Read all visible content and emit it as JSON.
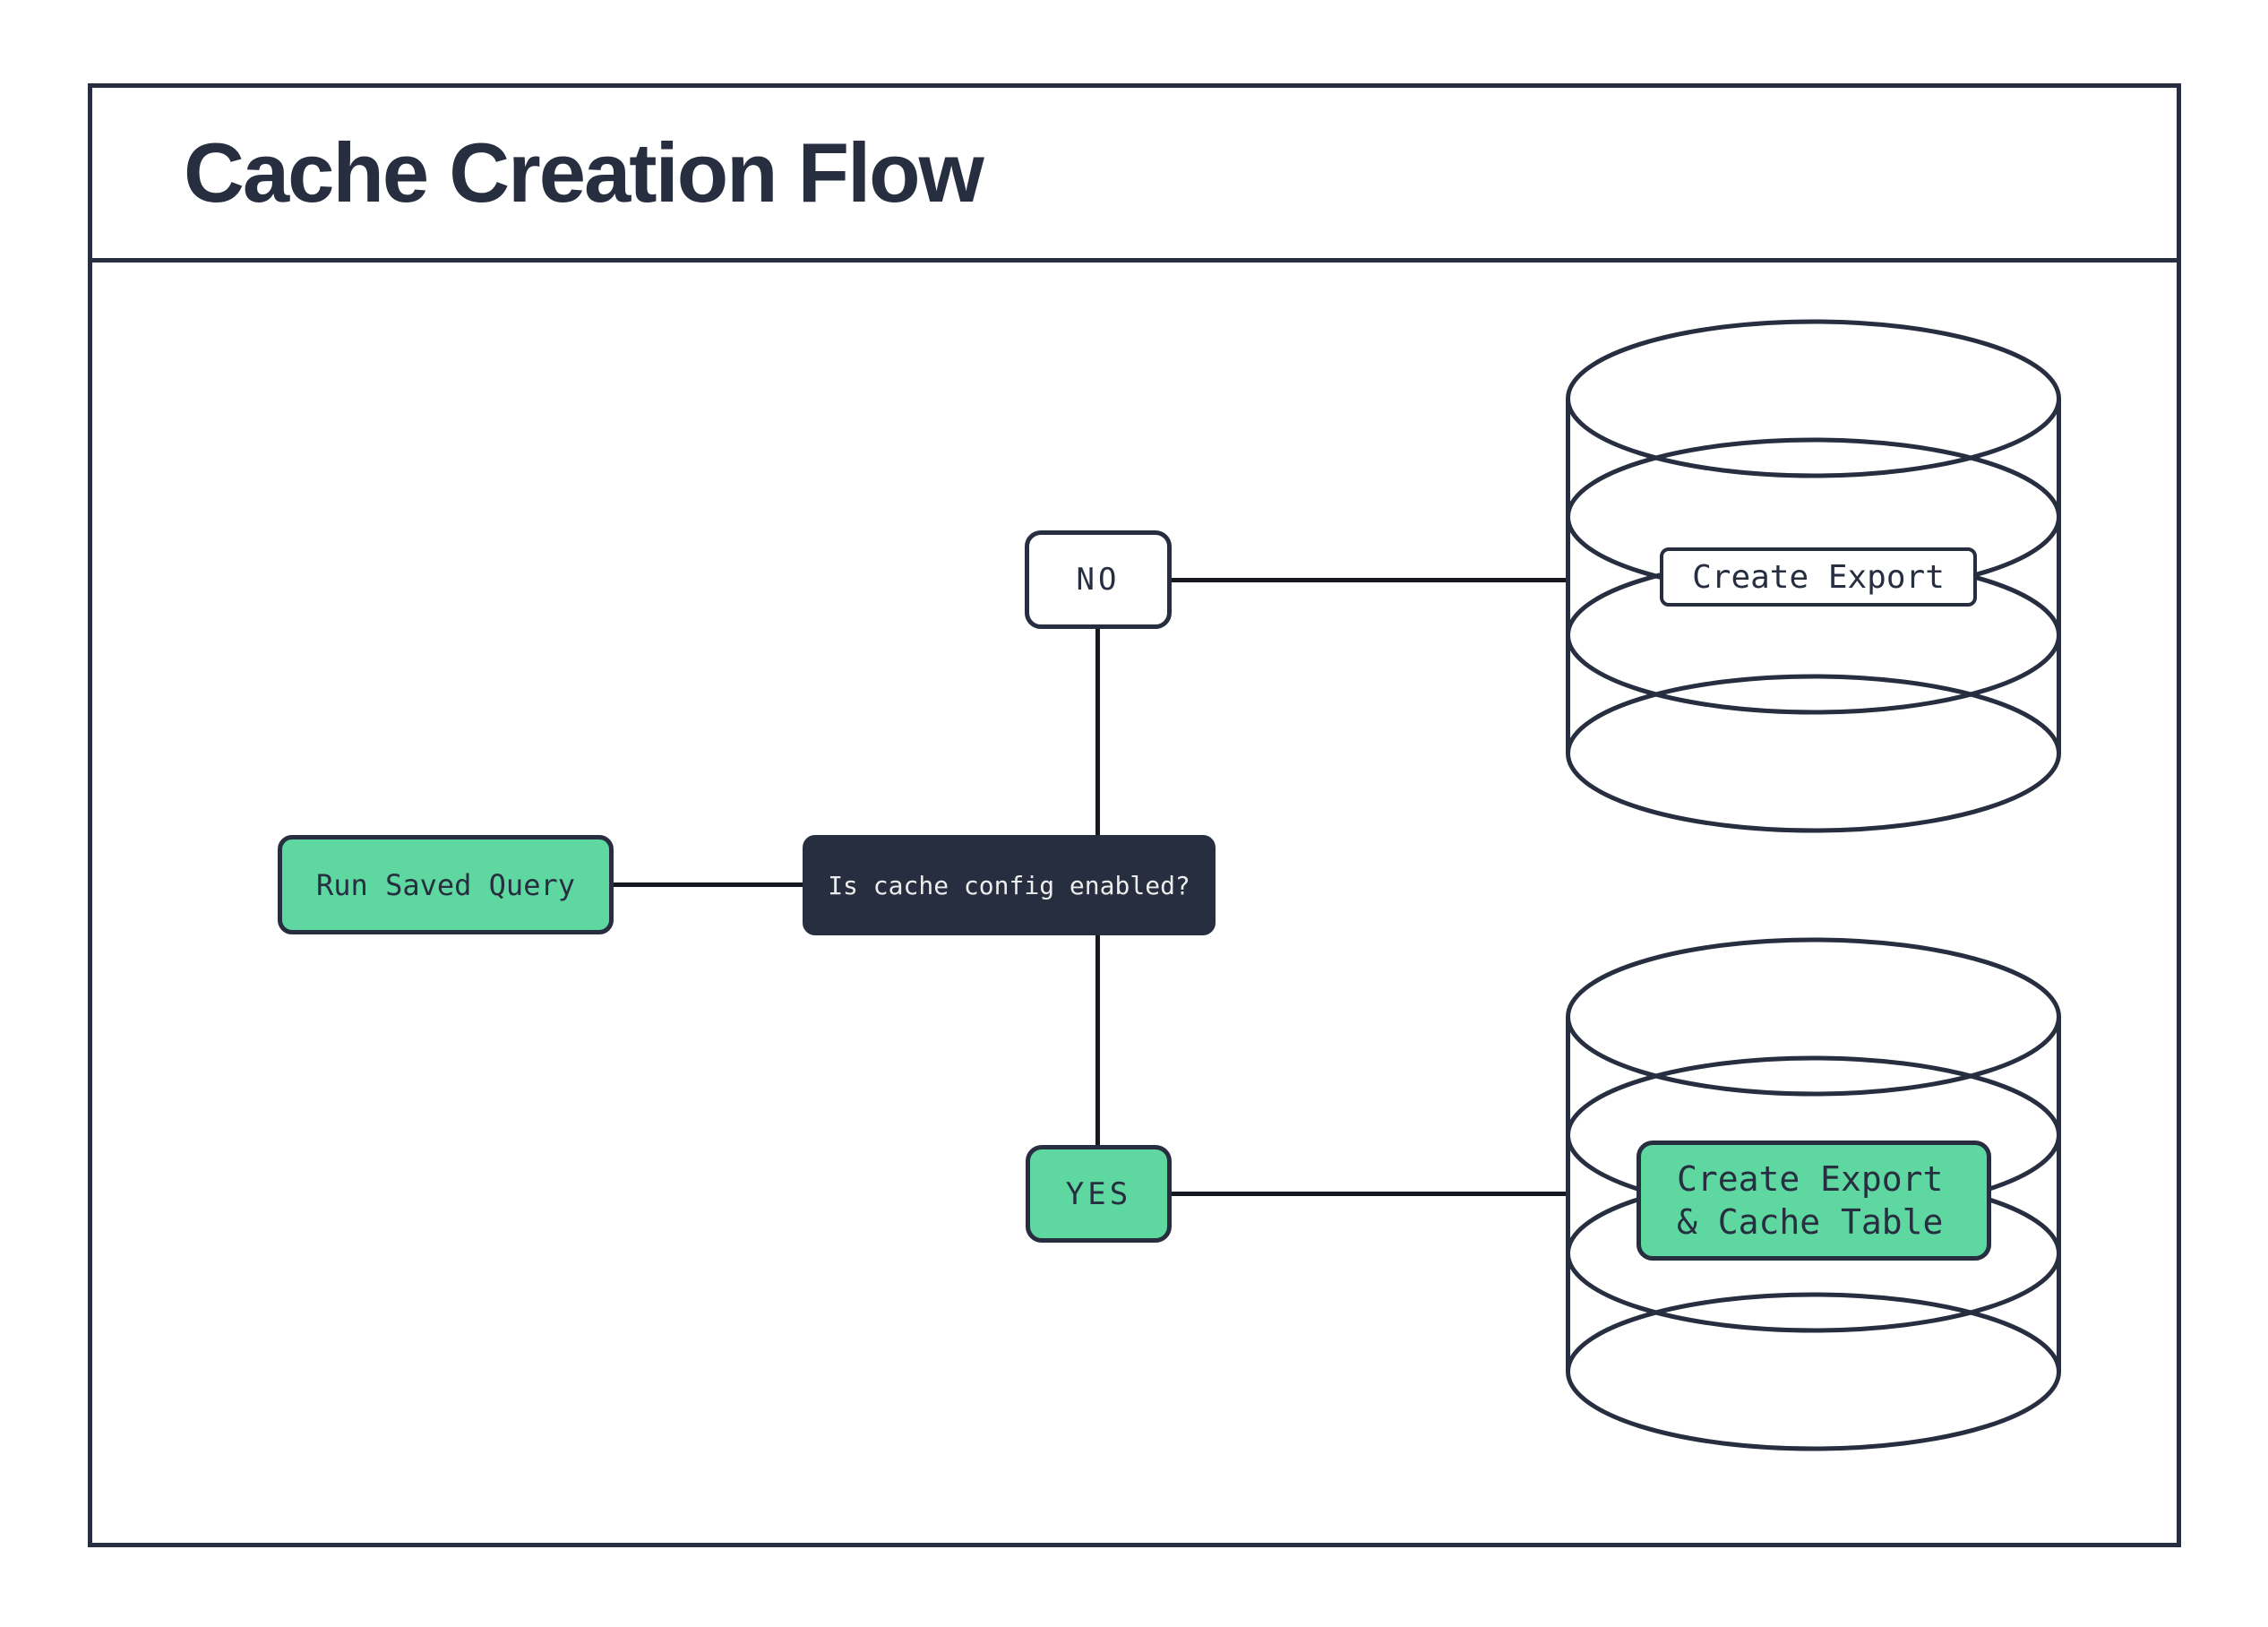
{
  "title": "Cache Creation Flow",
  "colors": {
    "dark": "#272e3f",
    "green": "#5ed7a0",
    "light_text": "#ececec",
    "line": "#15181f",
    "bg": "#ffffff"
  },
  "flow": {
    "start": {
      "label": "Run Saved Query"
    },
    "decision": {
      "label": "Is cache config enabled?"
    },
    "branch_no": {
      "label": "NO"
    },
    "branch_yes": {
      "label": "YES"
    },
    "db_no": {
      "icon": "database-icon",
      "label": "Create Export"
    },
    "db_yes": {
      "icon": "database-icon",
      "label_line1": "Create Export",
      "label_line2": "& Cache Table"
    }
  }
}
